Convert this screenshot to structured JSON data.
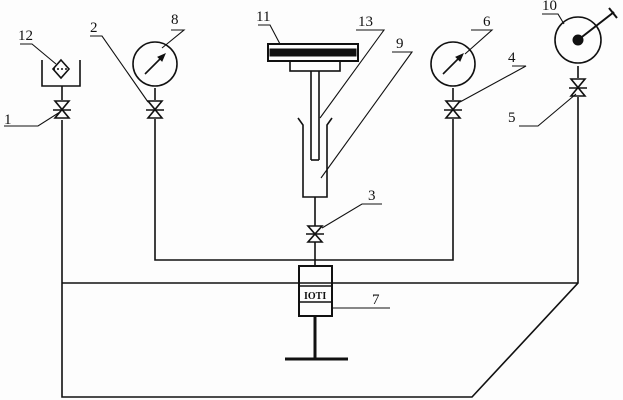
{
  "diagram": {
    "labels": {
      "n1": "1",
      "n2": "2",
      "n3": "3",
      "n4": "4",
      "n5": "5",
      "n6": "6",
      "n7": "7",
      "n8": "8",
      "n9": "9",
      "n10": "10",
      "n11": "11",
      "n12": "12",
      "n13": "13"
    },
    "pump_marking": "IOTI"
  }
}
